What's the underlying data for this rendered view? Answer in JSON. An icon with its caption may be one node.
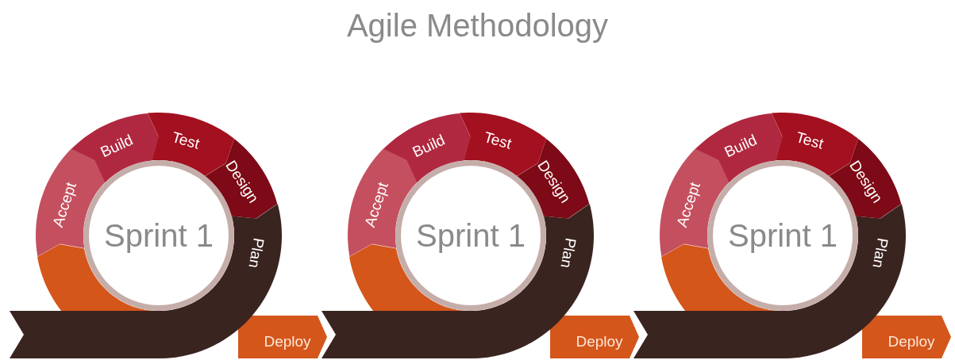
{
  "diagram": {
    "title": "Agile Methodology",
    "nodes": [
      {
        "text": [
          "Sprint 1"
        ]
      },
      {
        "text": [
          "Accept"
        ]
      },
      {
        "text": [
          "Build"
        ]
      },
      {
        "text": [
          "Test"
        ]
      },
      {
        "text": [
          "Design"
        ]
      },
      {
        "text": [
          "Plan"
        ]
      },
      {
        "text": [
          "Deploy"
        ]
      },
      {
        "text": [],
        "shape": "arc"
      },
      {
        "text": [
          "Sprint 1"
        ]
      },
      {
        "text": [
          "Accept"
        ]
      },
      {
        "text": [
          "Build"
        ]
      },
      {
        "text": [
          "Test"
        ]
      },
      {
        "text": [
          "Design"
        ]
      },
      {
        "text": [
          "Plan"
        ]
      },
      {
        "text": [
          "Deploy"
        ]
      },
      {
        "text": [],
        "shape": "arc"
      },
      {
        "text": [
          "Sprint 1"
        ]
      },
      {
        "text": [
          "Accept"
        ]
      },
      {
        "text": [
          "Build"
        ]
      },
      {
        "text": [
          "Test"
        ]
      },
      {
        "text": [
          "Design"
        ]
      },
      {
        "text": [
          "Plan"
        ]
      },
      {
        "text": [
          "Deploy"
        ]
      },
      {
        "text": [],
        "shape": "arc"
      }
    ]
  }
}
